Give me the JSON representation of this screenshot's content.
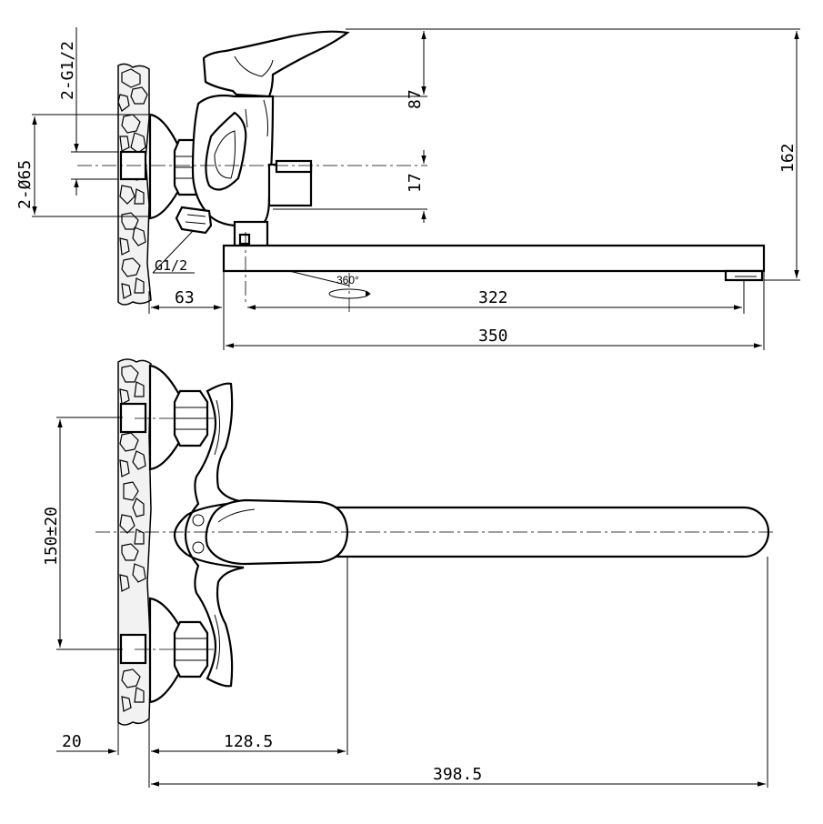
{
  "labels": {
    "thread_connection": "2-G1/2",
    "flange_diameter": "2-Ø65",
    "height_spout": "87",
    "height_total": "162",
    "height_diverter": "17",
    "shower_outlet": "G1/2",
    "rotation": "360°",
    "offset_side": "63",
    "spout_reach": "322",
    "total_length": "350",
    "center_distance": "150±20",
    "wall_offset": "20",
    "handle_reach": "128.5",
    "total_reach": "398.5"
  }
}
